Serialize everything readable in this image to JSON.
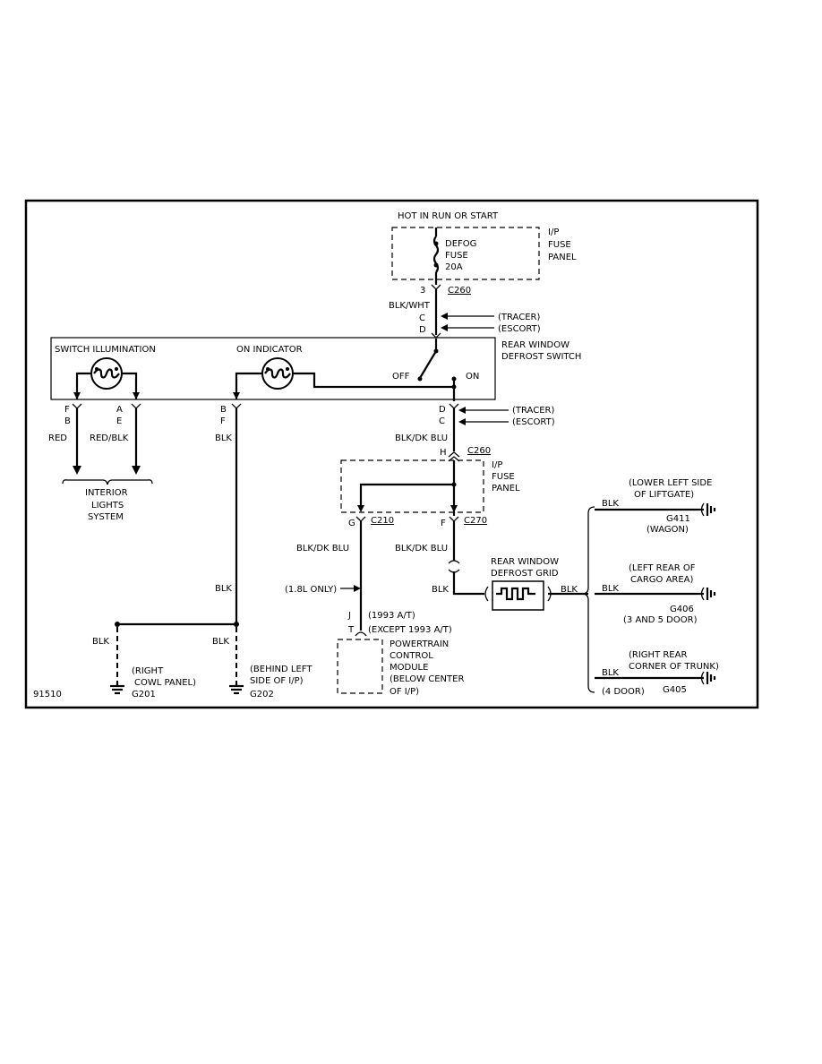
{
  "labels": {
    "hot_in_run": "HOT IN RUN OR START",
    "fuse_name": "DEFOG",
    "fuse_word": "FUSE",
    "fuse_rating": "20A",
    "ip_fuse_panel_top": [
      "I/P",
      "FUSE",
      "PANEL"
    ],
    "pin_3": "3",
    "c260_top": "C260",
    "blk_wht": "BLK/WHT",
    "pin_c_top": "C",
    "pin_d_top": "D",
    "tracer_top": "(TRACER)",
    "escort_top": "(ESCORT)",
    "rear_window_defrost_switch": [
      "REAR WINDOW",
      "DEFROST SWITCH"
    ],
    "switch_illumination": "SWITCH ILLUMINATION",
    "on_indicator": "ON INDICATOR",
    "off": "OFF",
    "on": "ON",
    "pins_fb": [
      "F",
      "B"
    ],
    "pins_ae": [
      "A",
      "E"
    ],
    "pins_bf": [
      "B",
      "F"
    ],
    "pins_dc": [
      "D",
      "C"
    ],
    "tracer_mid": "(TRACER)",
    "escort_mid": "(ESCORT)",
    "red": "RED",
    "red_blk": "RED/BLK",
    "blk_left_top": "BLK",
    "blk_dk_blu_mid": "BLK/DK BLU",
    "interior_lights": [
      "INTERIOR",
      "LIGHTS",
      "SYSTEM"
    ],
    "pin_h": "H",
    "c260_mid": "C260",
    "ip_fuse_panel_mid": [
      "I/P",
      "FUSE",
      "PANEL"
    ],
    "pin_g": "G",
    "c210": "C210",
    "pin_f": "F",
    "c270": "C270",
    "blk_dk_blu_left": "BLK/DK BLU",
    "blk_dk_blu_right": "BLK/DK BLU",
    "rear_window_defrost_grid": [
      "REAR WINDOW",
      "DEFROST GRID"
    ],
    "blk_grid_left": "BLK",
    "blk_grid_right": "BLK",
    "blk_left_mid": "BLK",
    "only_18l": "(1.8L ONLY)",
    "pin_j": "J",
    "pin_t": "T",
    "a_t_1993": "(1993 A/T)",
    "except_1993": "(EXCEPT 1993 A/T)",
    "pcm": [
      "POWERTRAIN",
      "CONTROL",
      "MODULE",
      "(BELOW CENTER",
      "OF I/P)"
    ],
    "blk_g201": "BLK",
    "blk_g202": "BLK",
    "right_cowl": [
      "(RIGHT",
      "COWL PANEL)"
    ],
    "g201": "G201",
    "behind_left": [
      "(BEHIND LEFT",
      "SIDE OF I/P)"
    ],
    "g202": "G202",
    "lower_left_liftgate": [
      "(LOWER LEFT SIDE",
      "OF LIFTGATE)"
    ],
    "blk_g411": "BLK",
    "g411": "G411",
    "wagon": "(WAGON)",
    "left_rear_cargo": [
      "(LEFT REAR OF",
      "CARGO AREA)"
    ],
    "blk_g406": "BLK",
    "g406": "G406",
    "doors_3_5": "(3 AND 5 DOOR)",
    "right_rear_trunk": [
      "(RIGHT REAR",
      "CORNER OF TRUNK)"
    ],
    "blk_g405": "BLK",
    "door_4": "(4 DOOR)",
    "g405": "G405",
    "figure_id": "91510"
  }
}
